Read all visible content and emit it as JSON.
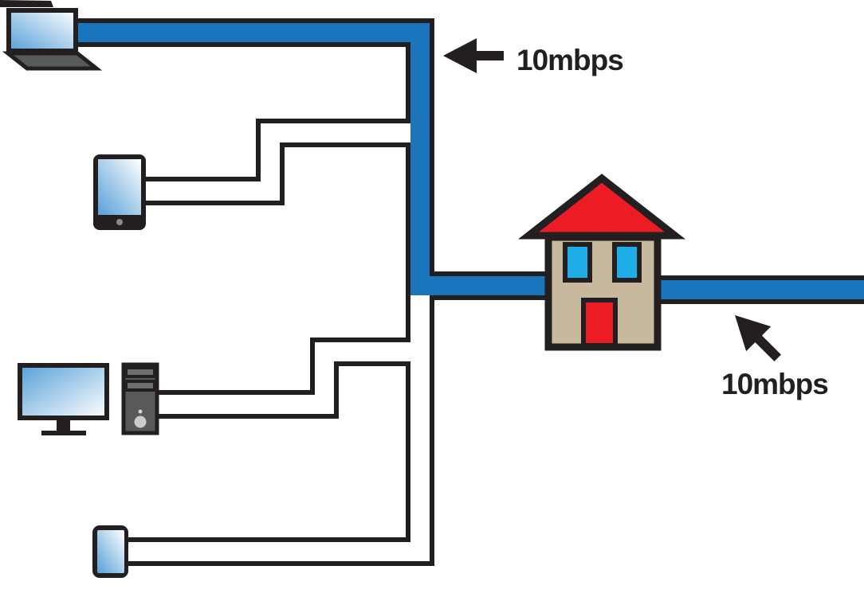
{
  "labels": {
    "top_speed": "10mbps",
    "right_speed": "10mbps"
  },
  "nodes": {
    "devices": [
      "laptop",
      "tablet",
      "desktop-computer",
      "smartphone"
    ],
    "hub": "house",
    "connection": "shared-internet-pipe"
  },
  "colors": {
    "connection_blue": "#1b75bc",
    "outline_black": "#231f20",
    "pipe_white": "#ffffff",
    "house_wall_tan": "#c8b99e",
    "roof_red": "#ec1c24",
    "door_red": "#ec1c24",
    "window_cyan": "#1fade8",
    "device_gray": "#58595b",
    "device_body_black": "#231f20",
    "drive_bay_gray": "#6d6e70",
    "power_button_gray": "#c9cbcd",
    "home_button_gray": "#87898b",
    "led_gray": "#d1d3d4",
    "screen_blue": "#56a0d7",
    "screen_white": "#ffffff",
    "background": "#ffffff"
  }
}
